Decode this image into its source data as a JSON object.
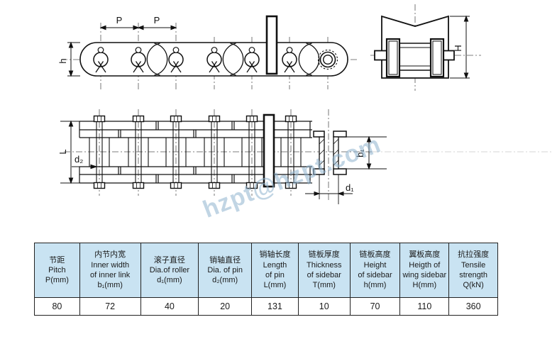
{
  "page": {
    "background": "#ffffff"
  },
  "watermark": {
    "text": "hzpt@hzpt.com",
    "color": "#8fb3cf"
  },
  "drawings": {
    "side_view": {
      "pitch_label_1": "P",
      "pitch_label_2": "P",
      "sidebar_height_label": "h"
    },
    "end_view": {
      "wing_height_label": "H"
    },
    "plan_view": {
      "pin_length_label": "L",
      "pin_dia_label": "d₂",
      "inner_width_label": "b₁",
      "roller_dia_label": "d₁"
    }
  },
  "table": {
    "header_bg": "#c9e3f2",
    "border_color": "#222222",
    "columns": [
      {
        "header": "节距\nPitch\nP(mm)",
        "value": "80"
      },
      {
        "header": "内节内宽\nInner width\nof inner link\nb₁(mm)",
        "value": "72"
      },
      {
        "header": "滚子直径\nDia.of roller\nd₁(mm)",
        "value": "40"
      },
      {
        "header": "销轴直径\nDia. of pin\nd₂(mm)",
        "value": "20"
      },
      {
        "header": "销轴长度\nLength\nof pin\nL(mm)",
        "value": "131"
      },
      {
        "header": "链板厚度\nThickness\nof sidebar\nT(mm)",
        "value": "10"
      },
      {
        "header": "链板高度\nHeight\nof sidebar\nh(mm)",
        "value": "70"
      },
      {
        "header": "翼板高度\nHeigth of\nwing sidebar\nH(mm)",
        "value": "110"
      },
      {
        "header": "抗拉强度\nTensile\nstrength\nQ(kN)",
        "value": "360"
      }
    ]
  }
}
